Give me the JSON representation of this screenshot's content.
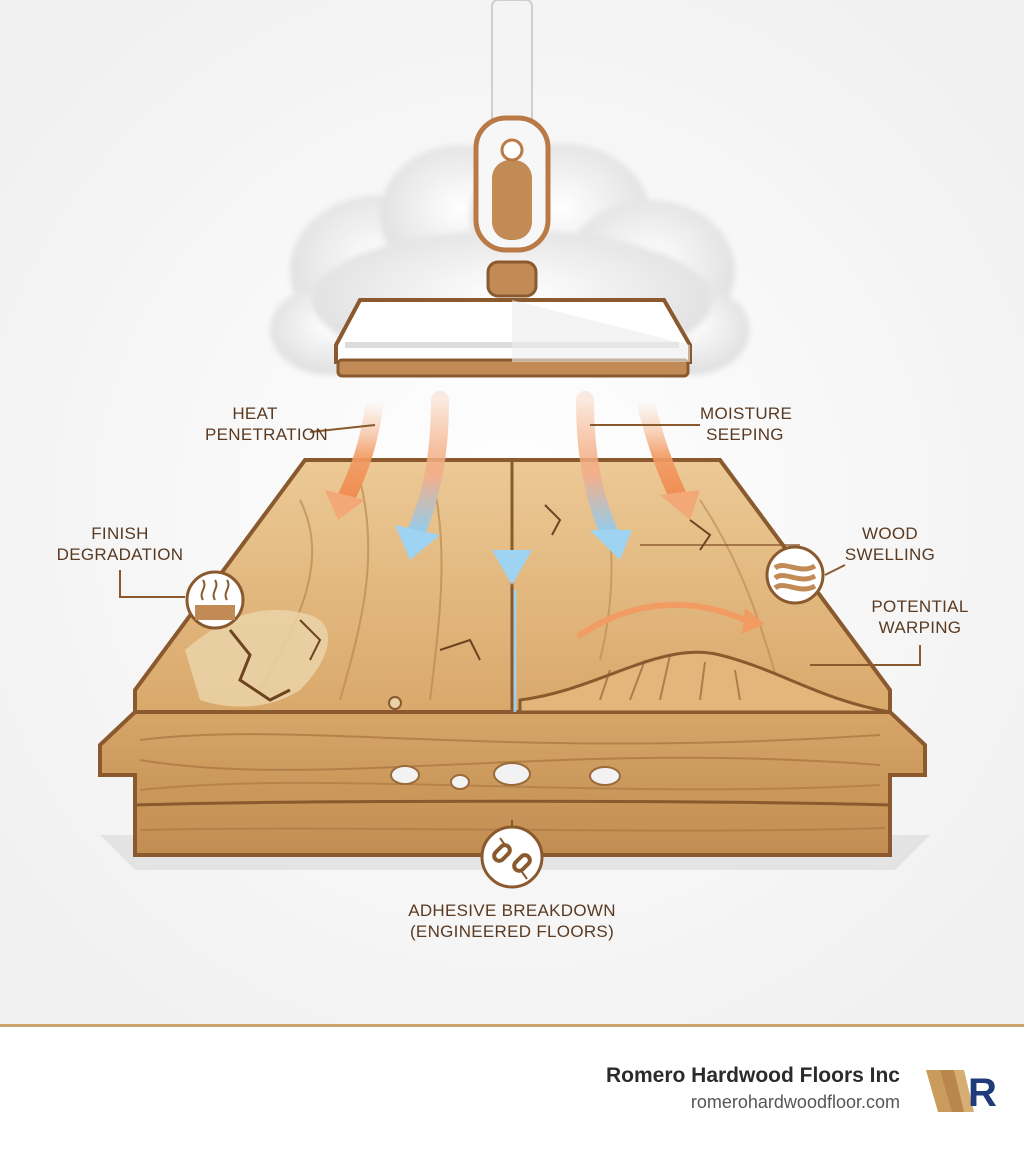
{
  "labels": {
    "heat": [
      "HEAT",
      "PENETRATION"
    ],
    "moisture": [
      "MOISTURE",
      "SEEPING"
    ],
    "finish": [
      "FINISH",
      "DEGRADATION"
    ],
    "swelling": [
      "WOOD",
      "SWELLING"
    ],
    "warping": [
      "POTENTIAL",
      "WARPING"
    ],
    "adhesive": [
      "ADHESIVE BREAKDOWN",
      "(ENGINEERED FLOORS)"
    ]
  },
  "footer": {
    "company": "Romero Hardwood Floors Inc",
    "url": "romerohardwoodfloor.com",
    "logo_text": "R"
  },
  "colors": {
    "label_text": "#5a3a21",
    "wood_light": "#e6bf86",
    "wood_mid": "#d0a066",
    "wood_outline": "#8a5a2e",
    "accent_gold": "#c9a46a",
    "steam_orange": "#f2a36e",
    "steam_blue": "#9fd3f2",
    "logo_blue": "#1f3b7a"
  },
  "icons": [
    "steam-mop-icon",
    "heat-waves-icon",
    "wood-swelling-icon",
    "broken-chain-icon",
    "company-logo-icon"
  ]
}
